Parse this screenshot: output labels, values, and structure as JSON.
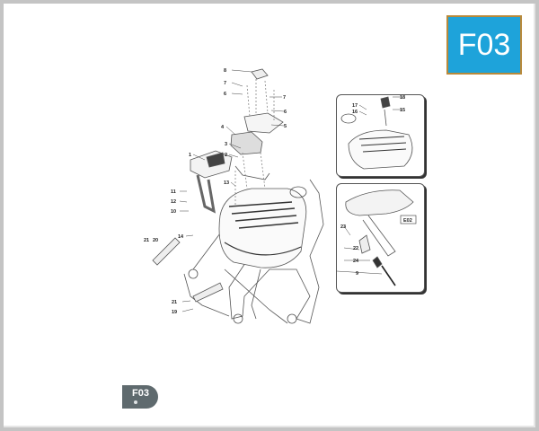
{
  "page": {
    "badge_label": "F03",
    "badge_color": "#1ea3da",
    "badge_border_color": "#b8893a",
    "footer_tab_label": "F03"
  },
  "diagram": {
    "callouts_main": [
      "1",
      "2",
      "3",
      "4",
      "5",
      "6",
      "6",
      "7",
      "7",
      "8",
      "10",
      "11",
      "12",
      "13",
      "14",
      "19",
      "20",
      "21",
      "21"
    ],
    "inset_top": {
      "callouts": [
        "15",
        "16",
        "17",
        "18"
      ]
    },
    "inset_bottom": {
      "callouts": [
        "9",
        "22",
        "23",
        "24"
      ],
      "ref_box": "E02"
    }
  }
}
